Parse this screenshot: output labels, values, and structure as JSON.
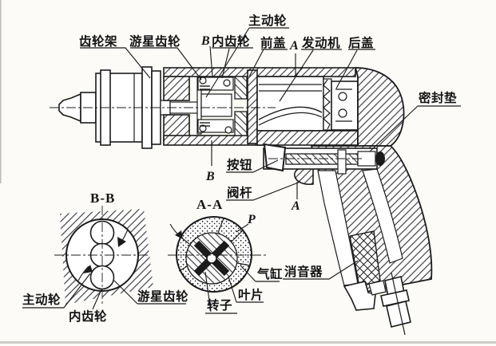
{
  "figure": {
    "type": "sectional technical drawing of a pneumatic pistol drill with B-B and A-A detail views",
    "colors": {
      "ink": "#1b1b1b",
      "paper": "#fcfbf7"
    },
    "labels": {
      "gear_carrier": "齿轮架",
      "planet_gear_top": "游星齿轮",
      "section_b_top": "B",
      "internal_gear_top": "内齿轮",
      "drive_wheel_top": "主动轮",
      "front_cover": "前盖",
      "section_a_top": "A",
      "engine": "发动机",
      "rear_cover": "后盖",
      "seal_gasket": "密封垫",
      "button": "按钮",
      "valve_stem": "阀杆",
      "section_b_bottom": "B",
      "section_a_bottom": "A",
      "view_bb": "B-B",
      "view_aa": "A-A",
      "port_p": "P",
      "drive_wheel_bottom": "主动轮",
      "internal_gear_bottom": "内齿轮",
      "planet_gear_bottom": "游星齿轮",
      "cylinder": "气缸",
      "muffler": "消音器",
      "vane": "叶片",
      "rotor": "转子"
    }
  }
}
